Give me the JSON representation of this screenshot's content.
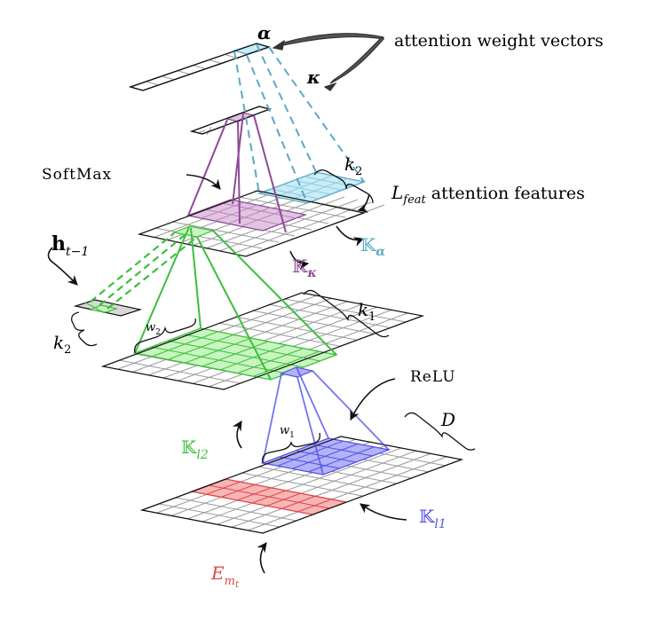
{
  "labels": {
    "alpha": "α",
    "kappa": "κ",
    "attention_weight_vectors": "attention weight vectors",
    "softmax": "SoftMax",
    "k2_top": "k",
    "k2_top_sub": "2",
    "l_feat": "L",
    "l_feat_sub": "feat",
    "attention_features": " attention features",
    "h": "h",
    "h_sub": "t−1",
    "k_alpha": "𝕂",
    "k_alpha_sub": "α",
    "k_kappa": "𝕂",
    "k_kappa_sub": "κ",
    "k2_left": "k",
    "k2_left_sub": "2",
    "w2": "w",
    "w2_sub": "2",
    "k1": "k",
    "k1_sub": "1",
    "relu": "ReLU",
    "k_l2": "𝕂",
    "k_l2_sub": "l2",
    "d": "D",
    "w1": "w",
    "w1_sub": "1",
    "k_l1": "𝕂",
    "k_l1_sub": "l1",
    "e": "E",
    "e_sub": "m",
    "e_subsub": "t"
  },
  "colors": {
    "grid": "#9a9a9a",
    "outline": "#111111",
    "purple": "#8e4a96",
    "purple_fill": "#e2c4e2",
    "cyan": "#5aa9c6",
    "cyan_fill": "#c9ecf5",
    "green": "#3cbf3c",
    "green_fill": "#c8f5c0",
    "blue": "#5252ea",
    "blue_fill": "#b2b2f6",
    "red": "#e04646",
    "red_fill": "#f7b6b6",
    "dark_arrow": "#555555"
  }
}
